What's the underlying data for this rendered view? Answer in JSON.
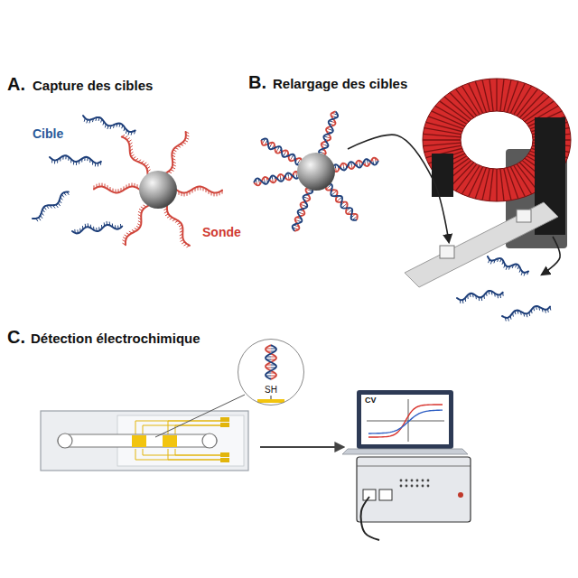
{
  "diagram": {
    "nodes": [
      {
        "text": [
          "SH"
        ]
      },
      {
        "text": [
          "CV"
        ]
      }
    ],
    "labels": [
      "A.",
      "Capture des cibles",
      "Cible",
      "Sonde",
      "B.",
      "Relargage des cibles",
      "C.",
      "Détection électrochimique"
    ]
  }
}
